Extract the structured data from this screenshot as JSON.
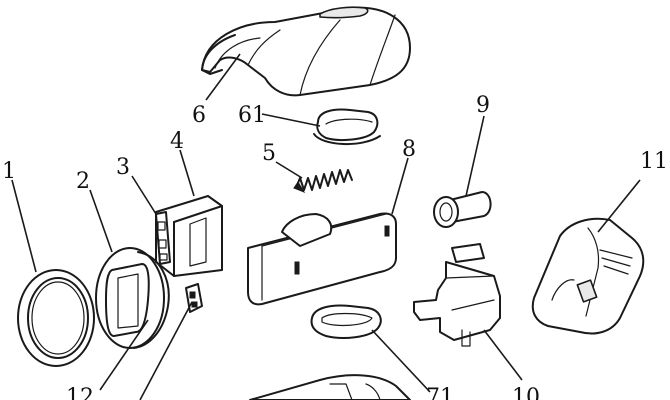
{
  "callouts": {
    "c1": "1",
    "c2": "2",
    "c3": "3",
    "c4": "4",
    "c5": "5",
    "c6": "6",
    "c61": "61",
    "c8": "8",
    "c9": "9",
    "c10": "10",
    "c11": "11",
    "c12": "12",
    "c71": "71"
  },
  "colors": {
    "line": "#1a1a1a",
    "background": "#ffffff",
    "shade": "#e9e9e9"
  }
}
